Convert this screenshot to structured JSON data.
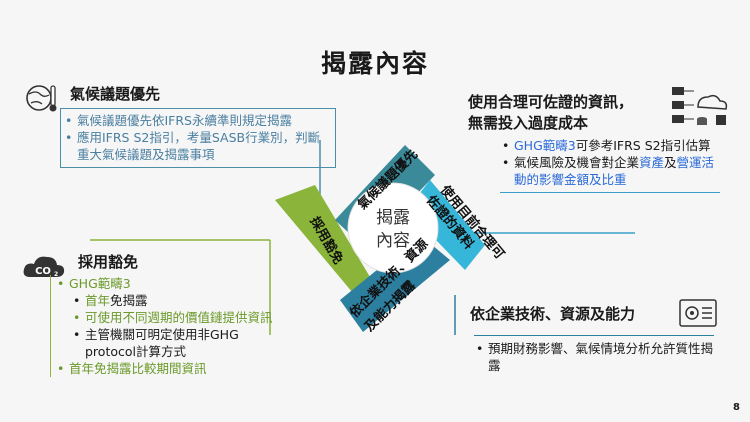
{
  "slide": {
    "title": "揭露內容",
    "page_number": "8"
  },
  "diagram": {
    "center": [
      "揭露",
      "內容"
    ],
    "arms": [
      {
        "id": "climate",
        "label": "氣候議題優先",
        "color": "#3a8a9a"
      },
      {
        "id": "info",
        "label": [
          "使用目前合理可",
          "佐證的資料"
        ],
        "color": "#36b6d8"
      },
      {
        "id": "capability",
        "label": [
          "依企業技術、資源",
          "及能力揭露"
        ],
        "color": "#2d7fa0"
      },
      {
        "id": "exempt",
        "label": "採用豁免",
        "color": "#8ab43a"
      }
    ]
  },
  "climate": {
    "title": "氣候議題優先",
    "icon": "globe-thermometer-icon",
    "accent": "#4a8fa8",
    "bullets": [
      "氣候議題優先依IFRS永續準則規定揭露",
      "應用IFRS S2指引，考量SASB行業別，判斷重大氣候議題及揭露事項"
    ]
  },
  "info": {
    "title_line1": "使用合理可佐證的資訊，",
    "title_line2": "無需投入過度成本",
    "icon": "data-network-icon",
    "accent": "#3a9fc8",
    "bullet1_highlight": "GHG範疇3",
    "bullet1_rest": "可參考IFRS S2指引估算",
    "bullet2_a": "氣候風險及機會對企業",
    "bullet2_h1": "資產",
    "bullet2_b": "及",
    "bullet2_h2": "營運活動的影響金額及比重"
  },
  "exempt": {
    "title": "採用豁免",
    "icon": "co2-cloud-icon",
    "accent": "#8ab43a",
    "bullet1": "GHG範疇3",
    "sub1_a": "首年",
    "sub1_b": "免揭露",
    "sub2": "可使用不同週期的價值鏈提供資訊",
    "sub3": "主管機關可明定使用非GHG protocol計算方式",
    "bullet2": "首年免揭露比較期間資訊"
  },
  "capability": {
    "title": "依企業技術、資源及能力",
    "icon": "settings-document-icon",
    "accent": "#2d7fa0",
    "bullets": [
      "預期財務影響、氣候情境分析允許質性揭露"
    ]
  }
}
